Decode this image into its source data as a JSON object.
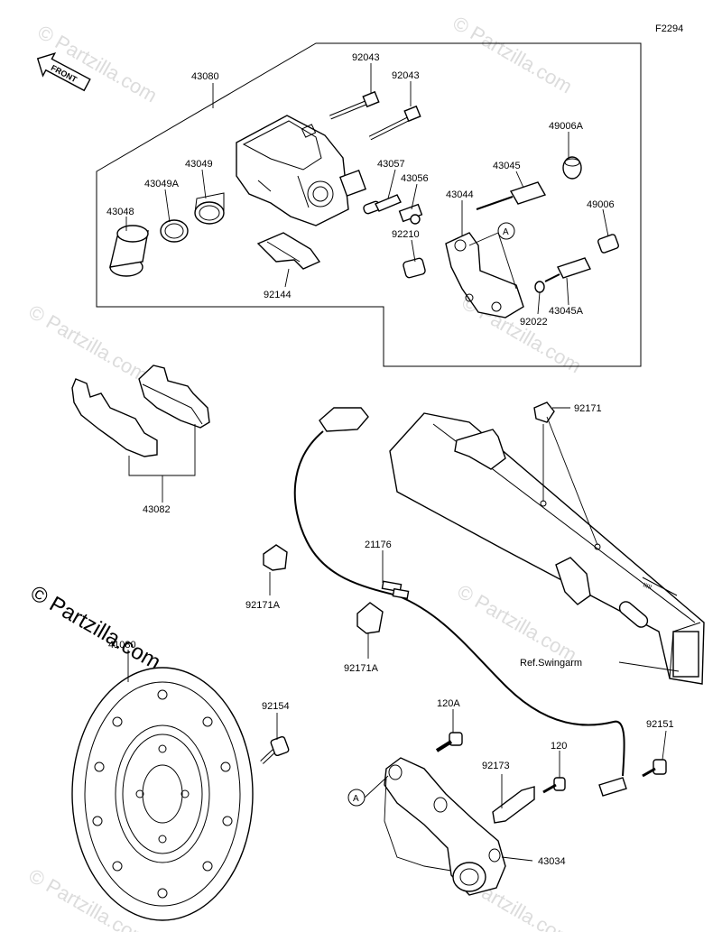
{
  "figure_id": "F2294",
  "front_label": "FRONT",
  "watermark": "© Partzilla.com",
  "watermark_main": "© Partzilla.com",
  "ref_label": "Ref.Swingarm",
  "callout_a": "A",
  "parts": {
    "p43080": "43080",
    "p92043a": "92043",
    "p92043b": "92043",
    "p49006A": "49006A",
    "p43049": "43049",
    "p43049A": "43049A",
    "p43048": "43048",
    "p43057": "43057",
    "p43056": "43056",
    "p43045": "43045",
    "p43044": "43044",
    "p49006": "49006",
    "p92210": "92210",
    "p92144": "92144",
    "p92022": "92022",
    "p43045A": "43045A",
    "p43082": "43082",
    "p92171": "92171",
    "p21176": "21176",
    "p92171Aa": "92171A",
    "p92171Ab": "92171A",
    "p41080": "41080",
    "p92154": "92154",
    "p120A": "120A",
    "p92151": "92151",
    "p92173": "92173",
    "p120": "120",
    "p43034": "43034"
  }
}
